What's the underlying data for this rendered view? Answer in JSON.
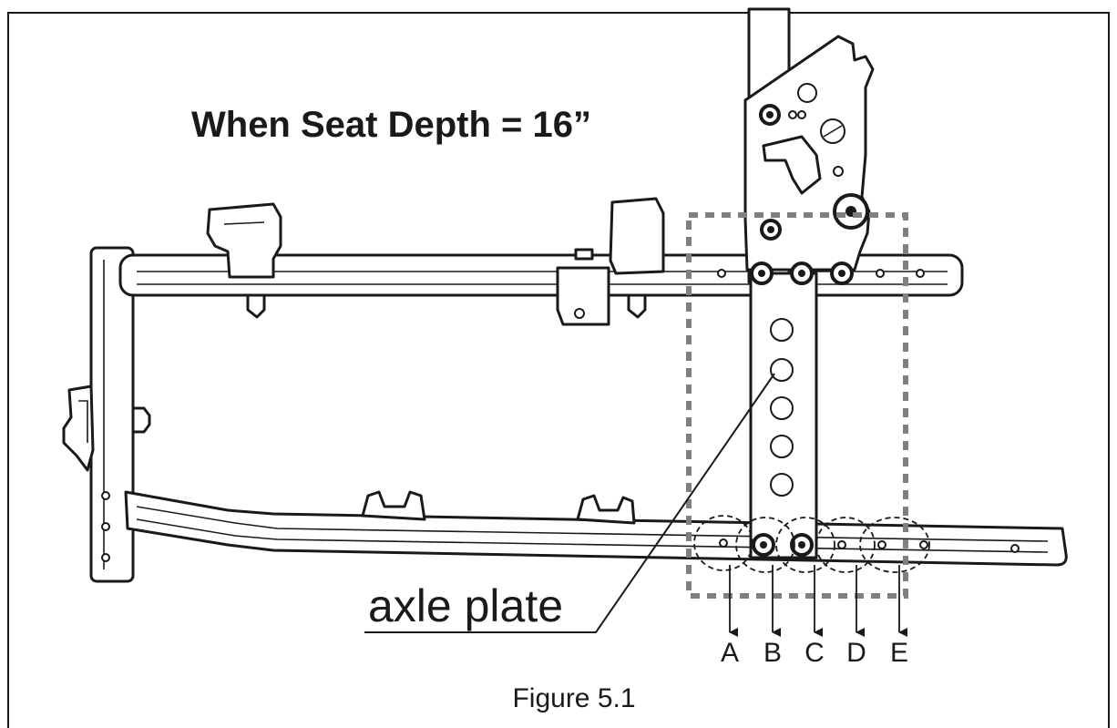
{
  "figure": {
    "title": "When Seat Depth = 16”",
    "callout_label": "axle plate",
    "position_labels": [
      "A",
      "B",
      "C",
      "D",
      "E"
    ],
    "caption": "Figure 5.1"
  },
  "colors": {
    "line": "#1a1a1a",
    "dashed_box": "#808080",
    "background": "#ffffff"
  }
}
